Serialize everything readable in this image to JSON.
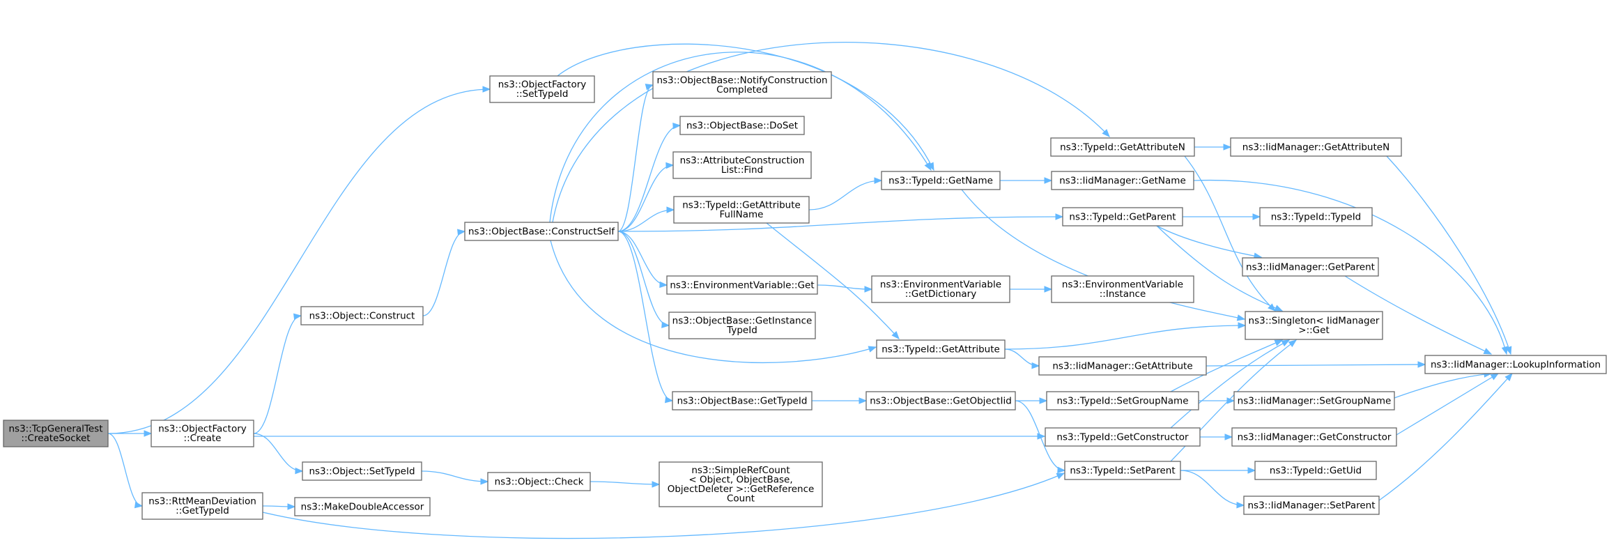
{
  "colors": {
    "edge": "#63b8ff",
    "root_fill": "#a0a0a0",
    "node_border": "#666666"
  },
  "nodes": [
    {
      "id": "tcp_create",
      "lines": [
        "ns3::TcpGeneralTest",
        "::CreateSocket"
      ]
    },
    {
      "id": "of_settypeid",
      "lines": [
        "ns3::ObjectFactory",
        "::SetTypeId"
      ]
    },
    {
      "id": "of_create",
      "lines": [
        "ns3::ObjectFactory",
        "::Create"
      ]
    },
    {
      "id": "rtt_gettypeid",
      "lines": [
        "ns3::RttMeanDeviation",
        "::GetTypeId"
      ]
    },
    {
      "id": "obj_construct",
      "lines": [
        "ns3::Object::Construct"
      ]
    },
    {
      "id": "obj_settypeid",
      "lines": [
        "ns3::Object::SetTypeId"
      ]
    },
    {
      "id": "makedouble",
      "lines": [
        "ns3::MakeDoubleAccessor"
      ]
    },
    {
      "id": "ob_constructself",
      "lines": [
        "ns3::ObjectBase::ConstructSelf"
      ]
    },
    {
      "id": "obj_check",
      "lines": [
        "ns3::Object::Check"
      ]
    },
    {
      "id": "ob_notify",
      "lines": [
        "ns3::ObjectBase::NotifyConstruction",
        "Completed"
      ]
    },
    {
      "id": "ob_doset",
      "lines": [
        "ns3::ObjectBase::DoSet"
      ]
    },
    {
      "id": "acl_find",
      "lines": [
        "ns3::AttributeConstruction",
        "List::Find"
      ]
    },
    {
      "id": "tid_getattrfull",
      "lines": [
        "ns3::TypeId::GetAttribute",
        "FullName"
      ]
    },
    {
      "id": "env_get",
      "lines": [
        "ns3::EnvironmentVariable::Get"
      ]
    },
    {
      "id": "ob_getinst",
      "lines": [
        "ns3::ObjectBase::GetInstance",
        "TypeId"
      ]
    },
    {
      "id": "ob_gettypeid",
      "lines": [
        "ns3::ObjectBase::GetTypeId"
      ]
    },
    {
      "id": "src_getref",
      "lines": [
        "ns3::SimpleRefCount",
        "< Object, ObjectBase,",
        " ObjectDeleter >::GetReference",
        "Count"
      ]
    },
    {
      "id": "tid_getname",
      "lines": [
        "ns3::TypeId::GetName"
      ]
    },
    {
      "id": "env_getdict",
      "lines": [
        "ns3::EnvironmentVariable",
        "::GetDictionary"
      ]
    },
    {
      "id": "tid_getattr",
      "lines": [
        "ns3::TypeId::GetAttribute"
      ]
    },
    {
      "id": "ob_getobjtid",
      "lines": [
        "ns3::ObjectBase::GetObjectIid"
      ]
    },
    {
      "id": "tid_getattrn",
      "lines": [
        "ns3::TypeId::GetAttributeN"
      ]
    },
    {
      "id": "iid_getname",
      "lines": [
        "ns3::IidManager::GetName"
      ]
    },
    {
      "id": "tid_getparent",
      "lines": [
        "ns3::TypeId::GetParent"
      ]
    },
    {
      "id": "env_instance",
      "lines": [
        "ns3::EnvironmentVariable",
        "::Instance"
      ]
    },
    {
      "id": "iid_getattr",
      "lines": [
        "ns3::IidManager::GetAttribute"
      ]
    },
    {
      "id": "tid_setgroup",
      "lines": [
        "ns3::TypeId::SetGroupName"
      ]
    },
    {
      "id": "tid_getctor",
      "lines": [
        "ns3::TypeId::GetConstructor"
      ]
    },
    {
      "id": "tid_setparent",
      "lines": [
        "ns3::TypeId::SetParent"
      ]
    },
    {
      "id": "iid_getattrn",
      "lines": [
        "ns3::IidManager::GetAttributeN"
      ]
    },
    {
      "id": "tid_typeid",
      "lines": [
        "ns3::TypeId::TypeId"
      ]
    },
    {
      "id": "iid_getparent",
      "lines": [
        "ns3::IidManager::GetParent"
      ]
    },
    {
      "id": "singleton_get",
      "lines": [
        "ns3::Singleton< IidManager",
        " >::Get"
      ]
    },
    {
      "id": "iid_setgroup",
      "lines": [
        "ns3::IidManager::SetGroupName"
      ]
    },
    {
      "id": "iid_getctor",
      "lines": [
        "ns3::IidManager::GetConstructor"
      ]
    },
    {
      "id": "tid_getuid",
      "lines": [
        "ns3::TypeId::GetUid"
      ]
    },
    {
      "id": "iid_setparent",
      "lines": [
        "ns3::IidManager::SetParent"
      ]
    },
    {
      "id": "iid_lookup",
      "lines": [
        "ns3::IidManager::LookupInformation"
      ]
    }
  ],
  "edges": [
    [
      "tcp_create",
      "of_settypeid"
    ],
    [
      "tcp_create",
      "of_create"
    ],
    [
      "tcp_create",
      "rtt_gettypeid"
    ],
    [
      "of_settypeid",
      "tid_getname"
    ],
    [
      "of_create",
      "obj_construct"
    ],
    [
      "of_create",
      "obj_settypeid"
    ],
    [
      "of_create",
      "tid_getctor"
    ],
    [
      "rtt_gettypeid",
      "makedouble"
    ],
    [
      "rtt_gettypeid",
      "tid_setparent"
    ],
    [
      "obj_construct",
      "ob_constructself"
    ],
    [
      "obj_settypeid",
      "obj_check"
    ],
    [
      "obj_check",
      "src_getref"
    ],
    [
      "ob_constructself",
      "ob_notify"
    ],
    [
      "ob_constructself",
      "ob_doset"
    ],
    [
      "ob_constructself",
      "acl_find"
    ],
    [
      "ob_constructself",
      "tid_getattrfull"
    ],
    [
      "ob_constructself",
      "env_get"
    ],
    [
      "ob_constructself",
      "ob_getinst"
    ],
    [
      "ob_constructself",
      "ob_gettypeid"
    ],
    [
      "ob_constructself",
      "tid_getname"
    ],
    [
      "ob_constructself",
      "tid_getattr"
    ],
    [
      "ob_constructself",
      "tid_getattrn"
    ],
    [
      "ob_constructself",
      "tid_getparent"
    ],
    [
      "tid_getattrfull",
      "tid_getname"
    ],
    [
      "tid_getattrfull",
      "tid_getattr"
    ],
    [
      "env_get",
      "env_getdict"
    ],
    [
      "env_getdict",
      "env_instance"
    ],
    [
      "ob_gettypeid",
      "ob_getobjtid"
    ],
    [
      "ob_getobjtid",
      "tid_setgroup"
    ],
    [
      "ob_getobjtid",
      "tid_setparent"
    ],
    [
      "tid_getname",
      "iid_getname"
    ],
    [
      "tid_getname",
      "singleton_get"
    ],
    [
      "tid_getattr",
      "iid_getattr"
    ],
    [
      "tid_getattr",
      "singleton_get"
    ],
    [
      "tid_getattrn",
      "iid_getattrn"
    ],
    [
      "tid_getattrn",
      "singleton_get"
    ],
    [
      "tid_getparent",
      "tid_typeid"
    ],
    [
      "tid_getparent",
      "iid_getparent"
    ],
    [
      "tid_getparent",
      "singleton_get"
    ],
    [
      "tid_setgroup",
      "iid_setgroup"
    ],
    [
      "tid_setgroup",
      "singleton_get"
    ],
    [
      "tid_getctor",
      "iid_getctor"
    ],
    [
      "tid_getctor",
      "singleton_get"
    ],
    [
      "tid_setparent",
      "tid_getuid"
    ],
    [
      "tid_setparent",
      "iid_setparent"
    ],
    [
      "tid_setparent",
      "singleton_get"
    ],
    [
      "iid_getname",
      "iid_lookup"
    ],
    [
      "iid_getattr",
      "iid_lookup"
    ],
    [
      "iid_getattrn",
      "iid_lookup"
    ],
    [
      "iid_getparent",
      "iid_lookup"
    ],
    [
      "iid_setgroup",
      "iid_lookup"
    ],
    [
      "iid_getctor",
      "iid_lookup"
    ],
    [
      "iid_setparent",
      "iid_lookup"
    ]
  ]
}
